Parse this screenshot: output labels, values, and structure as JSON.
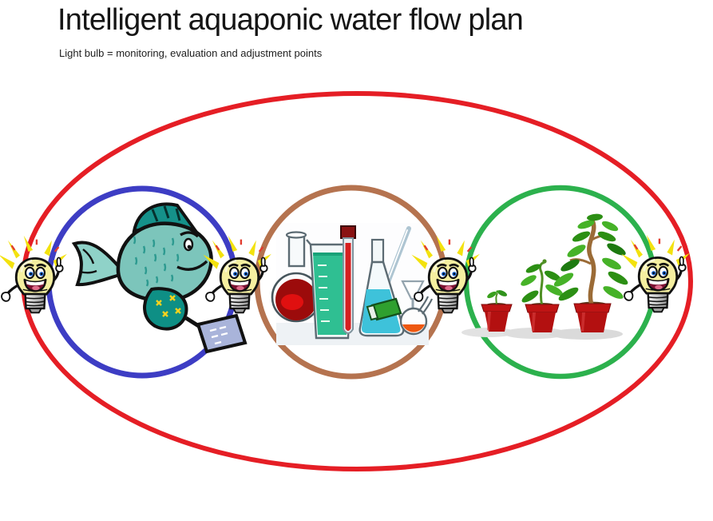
{
  "header": {
    "title": "Intelligent aquaponic water flow plan",
    "subtitle": "Light bulb = monitoring, evaluation and adjustment points"
  },
  "diagram": {
    "loop_icon": "water-flow-loop-ellipse",
    "stages": [
      {
        "icon": "fish-icon",
        "ring": "blue"
      },
      {
        "icon": "chemistry-glassware-icon",
        "ring": "brown"
      },
      {
        "icon": "potted-plants-growth-icon",
        "ring": "green"
      }
    ],
    "monitoring_bulbs": {
      "icon": "light-bulb-character-icon",
      "count": 4
    }
  },
  "colors": {
    "red_loop": "#e51e25",
    "blue_ring": "#3d3dc4",
    "brown_ring": "#b5734f",
    "green_ring": "#2cb14d",
    "bulb_yellow": "#f5efa0",
    "ray_yellow": "#f3e20e",
    "fish_teal": "#7cc5bb",
    "pot_red": "#bf1414"
  }
}
